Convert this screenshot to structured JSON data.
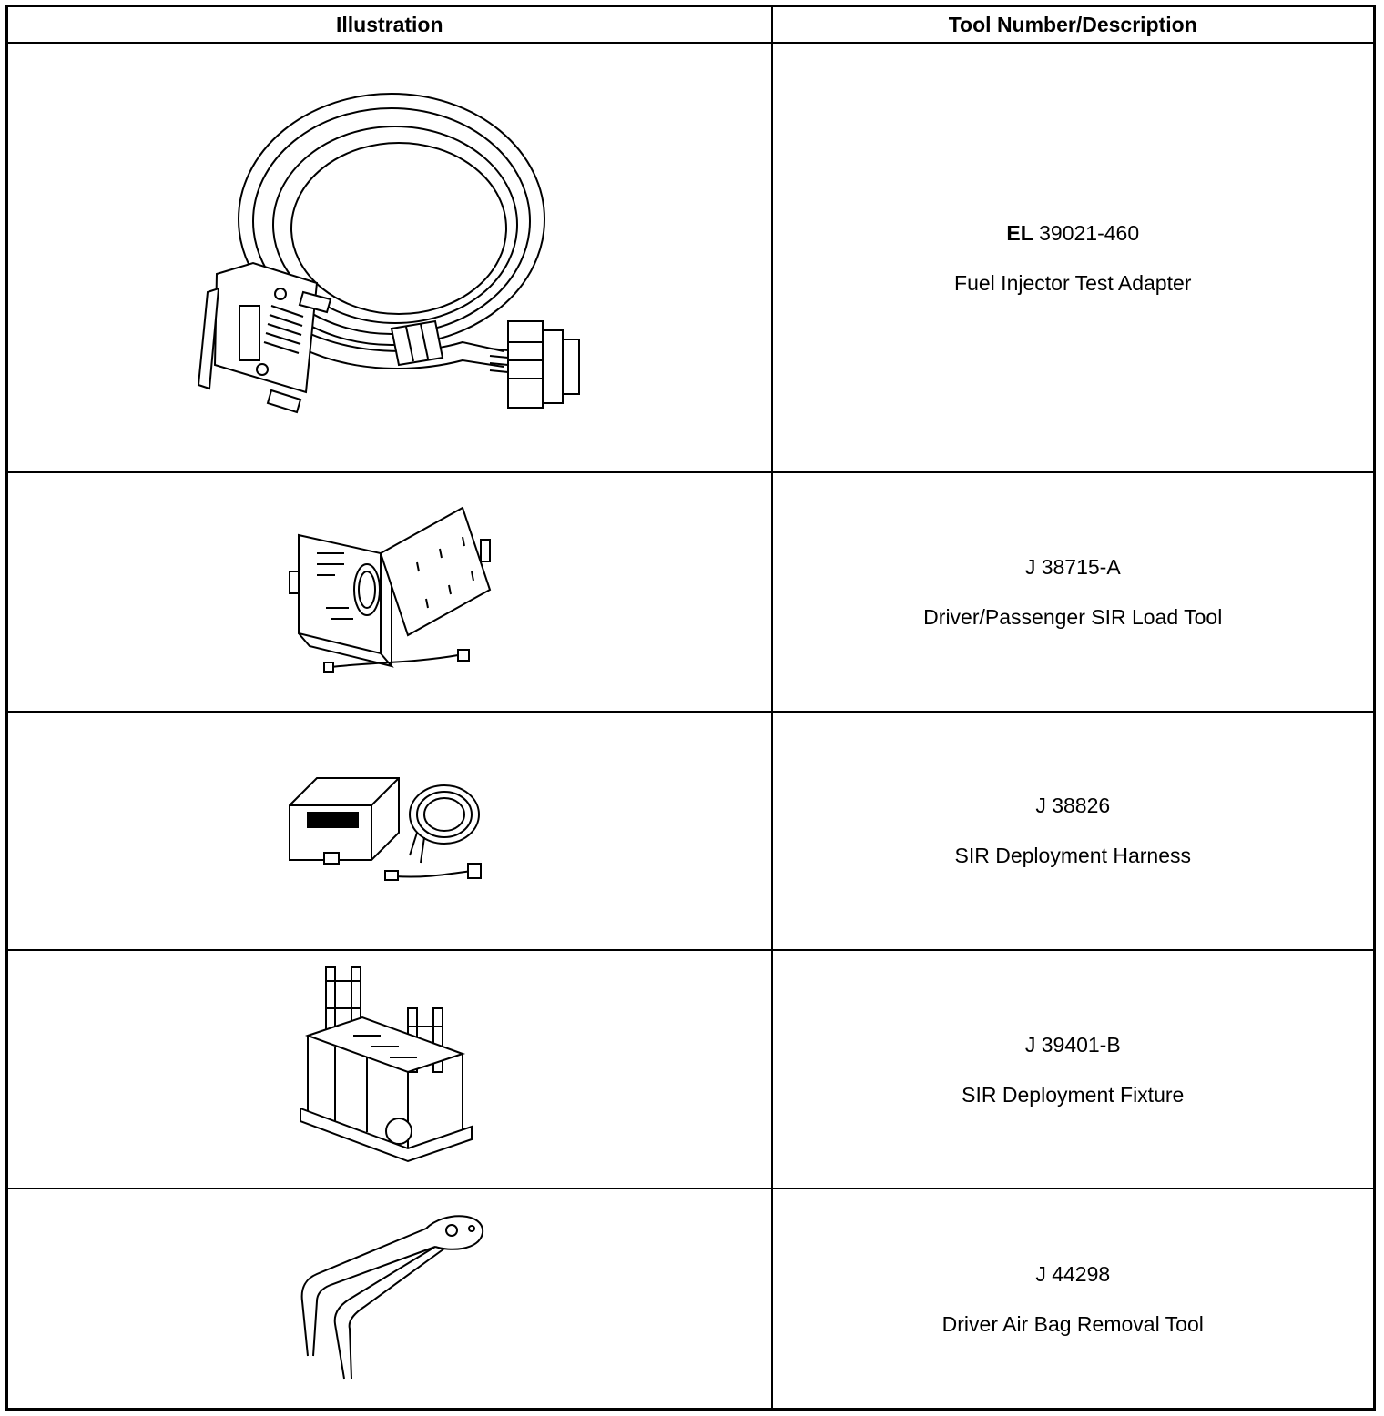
{
  "table": {
    "headers": {
      "illustration": "Illustration",
      "tool": "Tool Number/Description"
    },
    "rows": [
      {
        "illustration_icon": "test-adapter-cable-icon",
        "number_prefix": "EL",
        "number_rest": " 39021-460",
        "description": "Fuel Injector Test Adapter"
      },
      {
        "illustration_icon": "sir-load-tool-case-icon",
        "number_prefix": "",
        "number_rest": "J 38715-A",
        "description": "Driver/Passenger SIR Load Tool"
      },
      {
        "illustration_icon": "deployment-harness-kit-icon",
        "number_prefix": "",
        "number_rest": "J 38826",
        "description": "SIR Deployment Harness"
      },
      {
        "illustration_icon": "deployment-fixture-icon",
        "number_prefix": "",
        "number_rest": "J 39401-B",
        "description": "SIR Deployment Fixture"
      },
      {
        "illustration_icon": "air-bag-removal-tool-icon",
        "number_prefix": "",
        "number_rest": "J 44298",
        "description": "Driver Air Bag Removal Tool"
      }
    ]
  }
}
